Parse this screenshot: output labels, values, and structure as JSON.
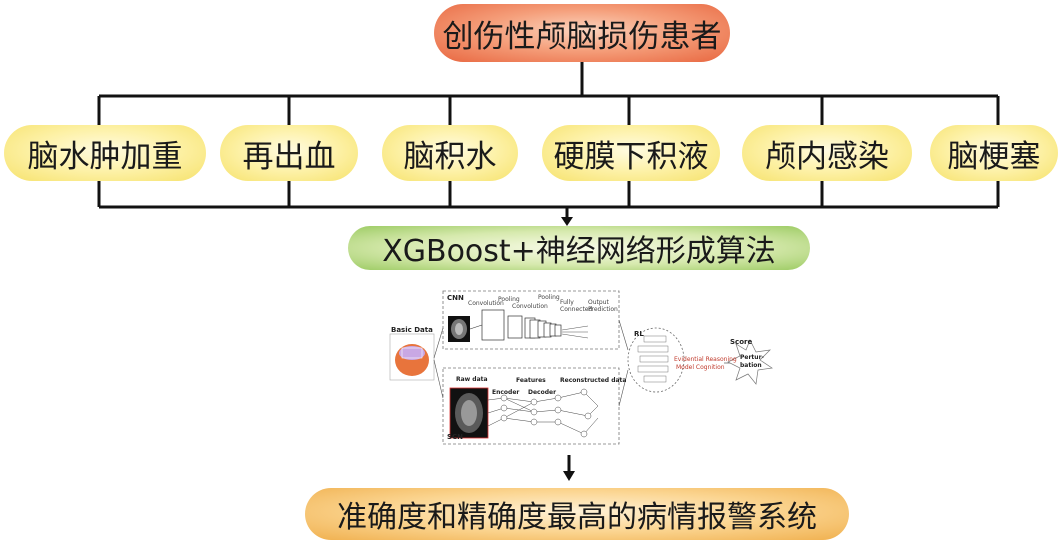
{
  "title": "创伤性颅脑损伤患者",
  "conditions": [
    "脑水肿加重",
    "再出血",
    "脑积水",
    "硬膜下积液",
    "颅内感染",
    "脑梗塞"
  ],
  "algorithm": "XGBoost+神经网络形成算法",
  "output": "准确度和精确度最高的病情报警系统",
  "model_figure": {
    "basic_data": "Basic Data",
    "cnn": "CNN",
    "cnn_layers": [
      "Convolution",
      "Pooling",
      "Convolution",
      "Pooling",
      "Fully Connected",
      "Output Prediction"
    ],
    "scn": "SCN",
    "raw_data": "Raw data",
    "features": "Features",
    "encoder": "Encoder",
    "decoder": "Decoder",
    "reconstructed": "Reconstructed data",
    "rl": "RL",
    "rl_text_1": "Evidential Reasoning",
    "rl_text_2": "Model Cognition",
    "score": "Score",
    "perturbation_1": "Pertur-",
    "perturbation_2": "bation"
  },
  "colors": {
    "top_pill": "#e8663f",
    "condition_pill": "#f6e26c",
    "algorithm_pill": "#9ccb63",
    "output_pill": "#f0b04e",
    "line": "#111111"
  }
}
